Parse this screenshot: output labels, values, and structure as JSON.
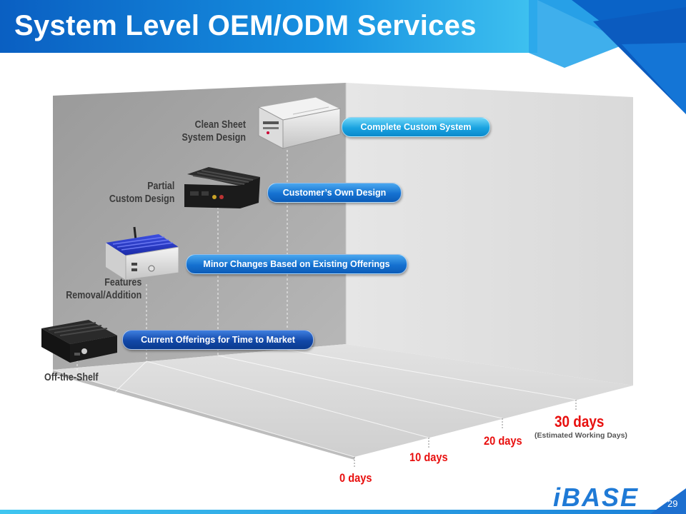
{
  "title": "System Level OEM/ODM Services",
  "tiers": [
    {
      "label_line1": "Clean Sheet",
      "label_line2": "System Design",
      "service": "Complete Custom System",
      "device_icon": "rack-server-icon"
    },
    {
      "label_line1": "Partial",
      "label_line2": "Custom Design",
      "service": "Customer’s Own Design",
      "device_icon": "fanless-box-pc-icon"
    },
    {
      "label_line1": "Features",
      "label_line2": "Removal/Addition",
      "service": "Minor Changes Based on Existing Offerings",
      "device_icon": "blue-heatsink-box-pc-icon"
    },
    {
      "label_line1": "Off-the-Shelf",
      "label_line2": "",
      "service": "Current Offerings for Time to Market",
      "device_icon": "compact-box-pc-icon"
    }
  ],
  "timeline": {
    "markers": [
      "0 days",
      "10 days",
      "20 days",
      "30 days"
    ],
    "note": "(Estimated Working Days)"
  },
  "footer": {
    "logo": "iBASE",
    "page_number": "29"
  },
  "colors": {
    "accent_red": "#e8100f",
    "brand_blue": "#1f7ad6",
    "banner_blue": "#0d6fcf"
  }
}
